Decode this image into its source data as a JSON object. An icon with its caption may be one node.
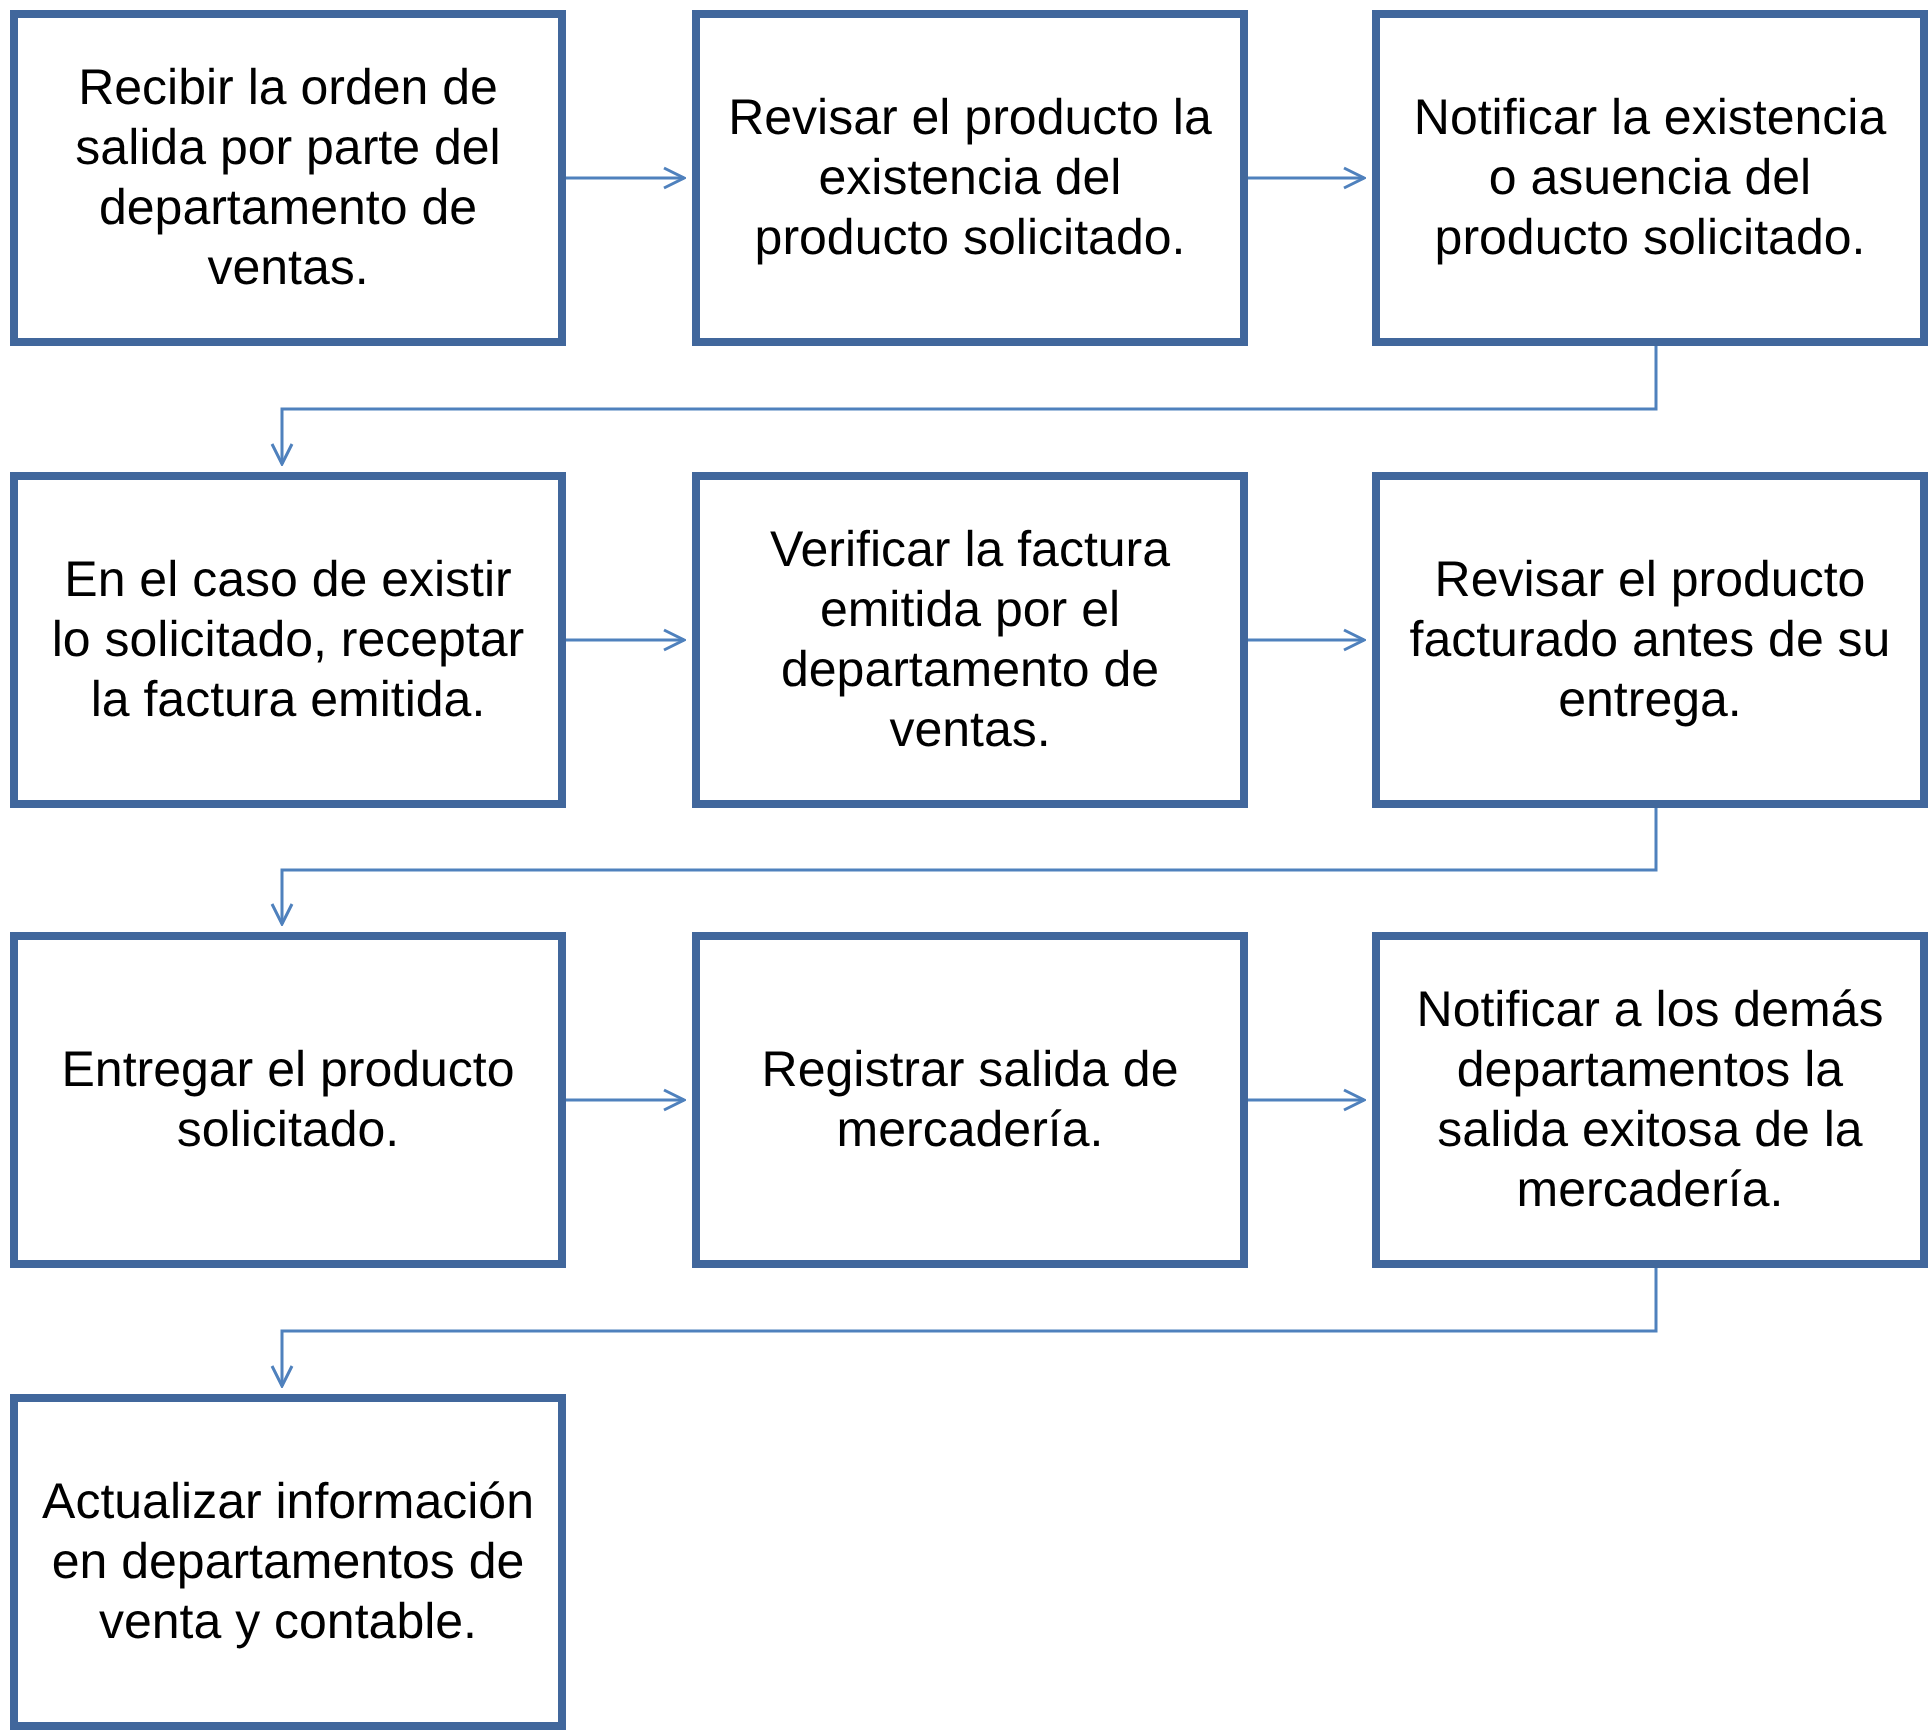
{
  "diagram": {
    "nodes": [
      {
        "text": [
          "Recibir la orden de salida por parte del departamento de ventas."
        ]
      },
      {
        "text": [
          "Revisar el producto la existencia del producto solicitado."
        ]
      },
      {
        "text": [
          "Notificar la existencia o asuencia del producto solicitado."
        ]
      },
      {
        "text": [
          "En el caso de existir lo solicitado, receptar la factura emitida."
        ]
      },
      {
        "text": [
          "Verificar la factura emitida por el departamento de ventas."
        ]
      },
      {
        "text": [
          "Revisar el producto facturado antes de su entrega."
        ]
      },
      {
        "text": [
          "Entregar el producto solicitado."
        ]
      },
      {
        "text": [
          "Registrar salida de mercadería."
        ]
      },
      {
        "text": [
          "Notificar a los demás departamentos la salida exitosa de la mercadería."
        ]
      },
      {
        "text": [
          "Actualizar información en departamentos de venta y contable."
        ]
      }
    ],
    "edges": [
      {
        "from": 0,
        "to": 1,
        "arrow": "to"
      },
      {
        "from": 1,
        "to": 2,
        "arrow": "to"
      },
      {
        "from": 2,
        "to": 3,
        "arrow": "to"
      },
      {
        "from": 3,
        "to": 4,
        "arrow": "to"
      },
      {
        "from": 4,
        "to": 5,
        "arrow": "to"
      },
      {
        "from": 5,
        "to": 6,
        "arrow": "to"
      },
      {
        "from": 6,
        "to": 7,
        "arrow": "to"
      },
      {
        "from": 7,
        "to": 8,
        "arrow": "to"
      },
      {
        "from": 8,
        "to": 9,
        "arrow": "to"
      }
    ]
  }
}
